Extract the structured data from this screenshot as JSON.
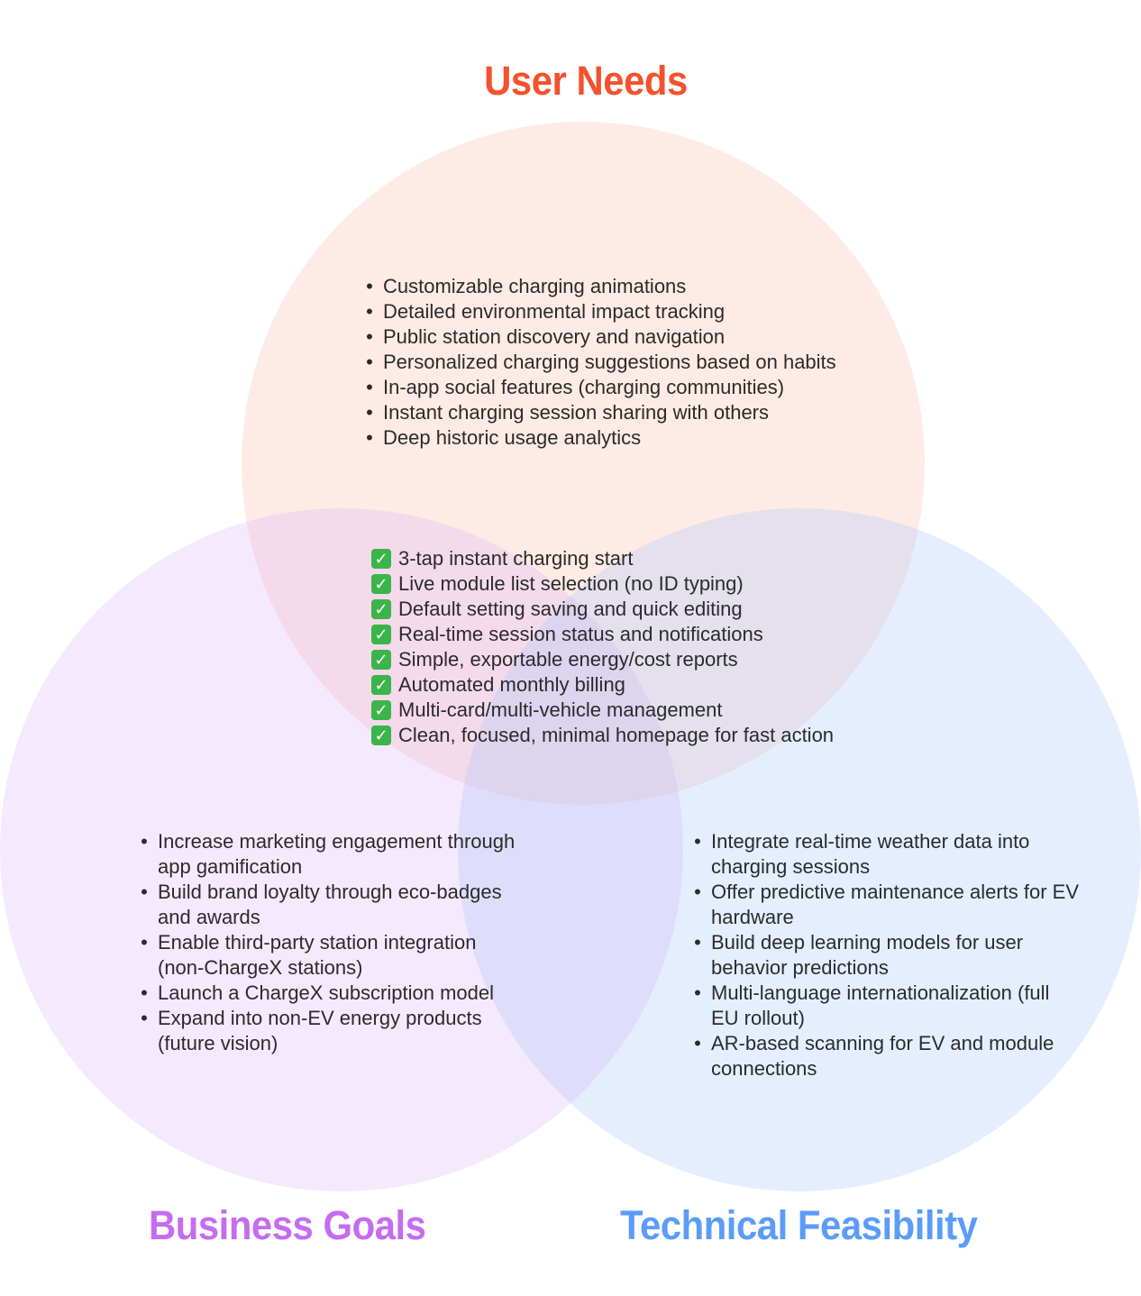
{
  "diagram": {
    "type": "venn",
    "sets": [
      {
        "key": "user",
        "title": "User Needs",
        "color": "#f4512c",
        "fill": "#fde9e4"
      },
      {
        "key": "business",
        "title": "Business Goals",
        "color": "#c56cf0",
        "fill": "#f3e7fd"
      },
      {
        "key": "technical",
        "title": "Technical Feasibility",
        "color": "#5b9cf8",
        "fill": "#e4eefe"
      }
    ],
    "user_only": [
      "Customizable charging animations",
      "Detailed environmental impact tracking",
      "Public station discovery and navigation",
      "Personalized charging suggestions based on habits",
      "In-app social features (charging communities)",
      "Instant charging session sharing with others",
      "Deep historic usage analytics"
    ],
    "intersection": {
      "icon": "check-mark-button-icon",
      "items": [
        "3-tap instant charging start",
        "Live module list selection (no ID typing)",
        "Default setting saving and quick editing",
        "Real-time session status and notifications",
        "Simple, exportable energy/cost reports",
        "Automated monthly billing",
        "Multi-card/multi-vehicle management",
        "Clean, focused, minimal homepage for fast action"
      ]
    },
    "business_only": [
      "Increase marketing engagement through app gamification",
      "Build brand loyalty through eco-badges and awards",
      "Enable third-party station integration (non-ChargeX stations)",
      "Launch a ChargeX subscription model",
      "Expand into non-EV energy products (future vision)"
    ],
    "technical_only": [
      "Integrate real-time weather data into charging sessions",
      "Offer predictive maintenance alerts for EV hardware",
      "Build deep learning models for user behavior predictions",
      "Multi-language internationalization (full EU rollout)",
      "AR-based scanning for EV and module connections"
    ],
    "bullet": "•",
    "check": "✓"
  }
}
